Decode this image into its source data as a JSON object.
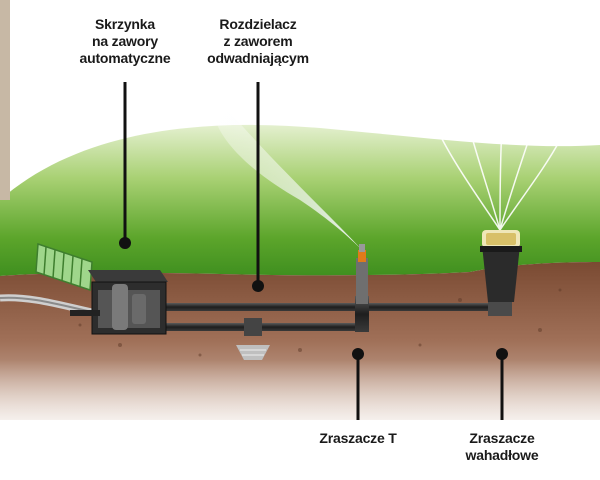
{
  "labels": {
    "valve_box": [
      "Skrzynka",
      "na zawory",
      "automatyczne"
    ],
    "manifold": [
      "Rozdzielacz",
      "z zaworem",
      "odwadniającym"
    ],
    "t_sprinklers": "Zraszacze T",
    "oscillating_sprinklers": [
      "Zraszacze",
      "wahadłowe"
    ]
  },
  "colors": {
    "grass_light": "#b9d98a",
    "grass_dark": "#3f8f1f",
    "soil": "#8a5a3e",
    "pipe": "#2a2a2a",
    "sprinkler_accent": "#e07b1a",
    "leader_line": "#111111"
  }
}
